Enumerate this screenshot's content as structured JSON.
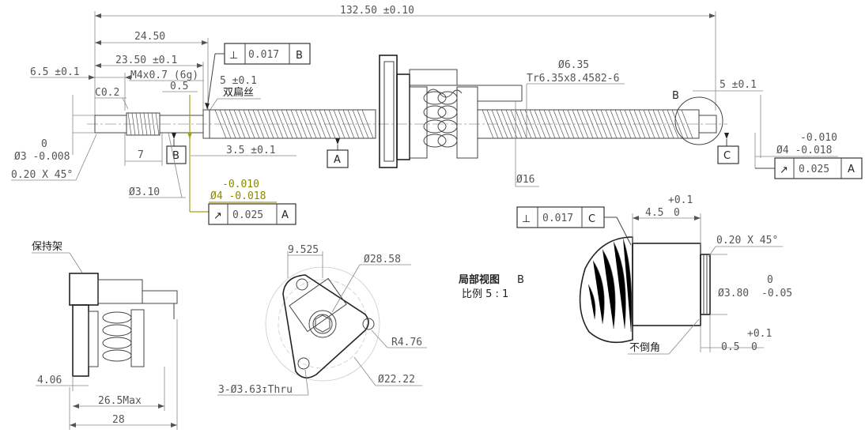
{
  "dims": {
    "total_length": "132.50 ±0.10",
    "d24_50": "24.50",
    "d23_50": "23.50 ±0.1",
    "d6_5": "6.5 ±0.1",
    "thread_m4": "M4x0.7 (6g)",
    "d0_5": "0.5",
    "c0_2": "C0.2",
    "d5": "5 ±0.1",
    "double_flat": "双扁丝",
    "dia3_top": "0",
    "dia3": "Ø3 -0.008",
    "chamfer_left": "0.20 X 45°",
    "d7": "7",
    "d3_5": "3.5 ±0.1",
    "dia3_10": "Ø3.10",
    "dia6_35": "Ø6.35",
    "tr_thread": "Tr6.35x8.4582-6",
    "dia16": "Ø16",
    "d5_right": "5 ±0.1",
    "dia4_right_tol_top": "-0.010",
    "dia4_right": "Ø4 -0.018",
    "dia4_left_tol_top": "-0.010",
    "dia4_left": "Ø4 -0.018",
    "d9_525": "9.525",
    "dia28_58": "Ø28.58",
    "r4_76": "R4.76",
    "dia22_22": "Ø22.22",
    "holes": "3-Ø3.63↧Thru",
    "d4_06": "4.06",
    "d26_5": "26.5Max",
    "d28": "28",
    "d4_5_tol": "+0.1",
    "d4_5": "4.5",
    "d4_5_low": "0",
    "chamfer_detail": "0.20 X 45°",
    "dia3_80_top": "0",
    "dia3_80": "Ø3.80",
    "dia3_80_tol": "-0.05",
    "d0_5_detail_tol": "+0.1",
    "d0_5_detail": "0.5",
    "d0_5_detail_low": "0"
  },
  "fcf": {
    "perp_top": {
      "symbol": "⊥",
      "value": "0.017",
      "datum": "B"
    },
    "runout_left": {
      "symbol": "↗",
      "value": "0.025",
      "datum": "A"
    },
    "runout_right": {
      "symbol": "↗",
      "value": "0.025",
      "datum": "A"
    },
    "perp_detail": {
      "symbol": "⊥",
      "value": "0.017",
      "datum": "C"
    }
  },
  "datums": {
    "a": "A",
    "b": "B",
    "c": "C",
    "b_detail": "B"
  },
  "labels": {
    "retainer": "保持架",
    "detail_view": "局部视图",
    "detail_view_letter": "B",
    "scale": "比例 5 : 1",
    "no_chamfer": "不倒角"
  },
  "colors": {
    "line": "#444444",
    "callout_yellow": "#a0a020"
  }
}
